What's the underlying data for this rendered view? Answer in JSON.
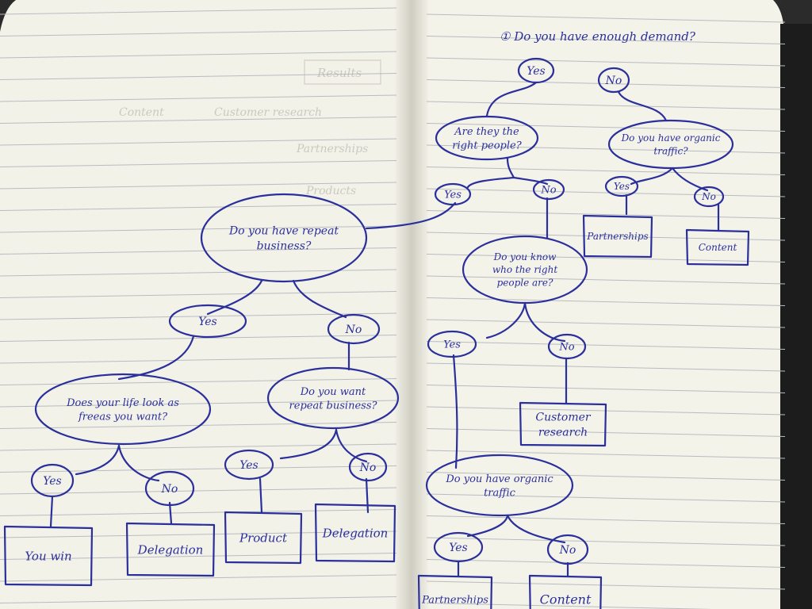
{
  "left_page": {
    "nodes": [
      {
        "id": "repeat-business",
        "kind": "question",
        "lines": [
          "Do you have repeat",
          "business?"
        ]
      },
      {
        "id": "yes-repeat",
        "kind": "answer",
        "lines": [
          "Yes"
        ]
      },
      {
        "id": "no-repeat",
        "kind": "answer",
        "lines": [
          "No"
        ]
      },
      {
        "id": "life-look",
        "kind": "question",
        "lines": [
          "Does your life look as",
          "freeas you want?"
        ]
      },
      {
        "id": "want-repeat",
        "kind": "question",
        "lines": [
          "Do you want",
          "repeat business?"
        ]
      },
      {
        "id": "yes-life",
        "kind": "answer",
        "lines": [
          "Yes"
        ]
      },
      {
        "id": "no-life",
        "kind": "answer",
        "lines": [
          "No"
        ]
      },
      {
        "id": "yes-want",
        "kind": "answer",
        "lines": [
          "Yes"
        ]
      },
      {
        "id": "no-want",
        "kind": "answer",
        "lines": [
          "No"
        ]
      },
      {
        "id": "you-win",
        "kind": "outcome",
        "lines": [
          "You win"
        ]
      },
      {
        "id": "delegation-1",
        "kind": "outcome",
        "lines": [
          "Delegation"
        ]
      },
      {
        "id": "product",
        "kind": "outcome",
        "lines": [
          "Product"
        ]
      },
      {
        "id": "delegation-2",
        "kind": "outcome",
        "lines": [
          "Delegation"
        ]
      }
    ],
    "faint_text": [
      "Results",
      "Content",
      "Customer research",
      "Partnerships",
      "Products"
    ]
  },
  "right_page": {
    "header": "① Do you have enough demand?",
    "nodes": [
      {
        "id": "yes-demand",
        "kind": "answer",
        "lines": [
          "Yes"
        ]
      },
      {
        "id": "no-demand",
        "kind": "answer",
        "lines": [
          "No"
        ]
      },
      {
        "id": "right-people",
        "kind": "question",
        "lines": [
          "Are they the",
          "right people?"
        ]
      },
      {
        "id": "organic-traffic-1",
        "kind": "question",
        "lines": [
          "Do you have organic",
          "traffic?"
        ]
      },
      {
        "id": "yes-right",
        "kind": "answer",
        "lines": [
          "Yes"
        ]
      },
      {
        "id": "no-right",
        "kind": "answer",
        "lines": [
          "No"
        ]
      },
      {
        "id": "yes-organic-1",
        "kind": "answer",
        "lines": [
          "Yes"
        ]
      },
      {
        "id": "no-organic-1",
        "kind": "answer",
        "lines": [
          "No"
        ]
      },
      {
        "id": "partnerships-1",
        "kind": "outcome",
        "lines": [
          "Partnerships"
        ]
      },
      {
        "id": "content-1",
        "kind": "outcome",
        "lines": [
          "Content"
        ]
      },
      {
        "id": "know-right",
        "kind": "question",
        "lines": [
          "Do you know",
          "who the right",
          "people are?"
        ]
      },
      {
        "id": "yes-know",
        "kind": "answer",
        "lines": [
          "Yes"
        ]
      },
      {
        "id": "no-know",
        "kind": "answer",
        "lines": [
          "No"
        ]
      },
      {
        "id": "customer-research",
        "kind": "outcome",
        "lines": [
          "Customer",
          "research"
        ]
      },
      {
        "id": "organic-traffic-2",
        "kind": "question",
        "lines": [
          "Do you have organic",
          "traffic"
        ]
      },
      {
        "id": "yes-organic-2",
        "kind": "answer",
        "lines": [
          "Yes"
        ]
      },
      {
        "id": "no-organic-2",
        "kind": "answer",
        "lines": [
          "No"
        ]
      },
      {
        "id": "partnerships-2",
        "kind": "outcome",
        "lines": [
          "Partnerships"
        ]
      },
      {
        "id": "content-2",
        "kind": "outcome",
        "lines": [
          "Content"
        ]
      }
    ]
  }
}
